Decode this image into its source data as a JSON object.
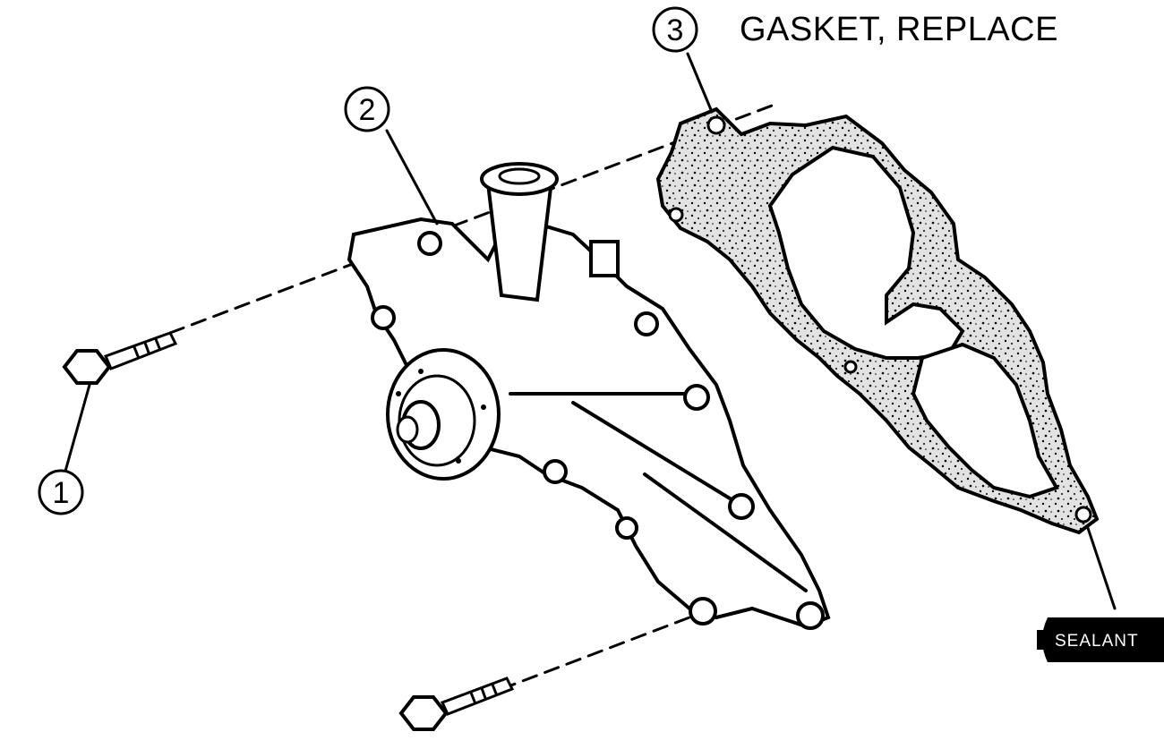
{
  "heading": "GASKET, REPLACE",
  "callouts": [
    {
      "label": "1",
      "part": "bolt"
    },
    {
      "label": "2",
      "part": "water-pump"
    },
    {
      "label": "3",
      "part": "gasket"
    }
  ],
  "sealant_label": "SEALANT",
  "colors": {
    "ink": "#000000",
    "paper": "#ffffff",
    "gasket_fill": "#d9d9d9"
  }
}
